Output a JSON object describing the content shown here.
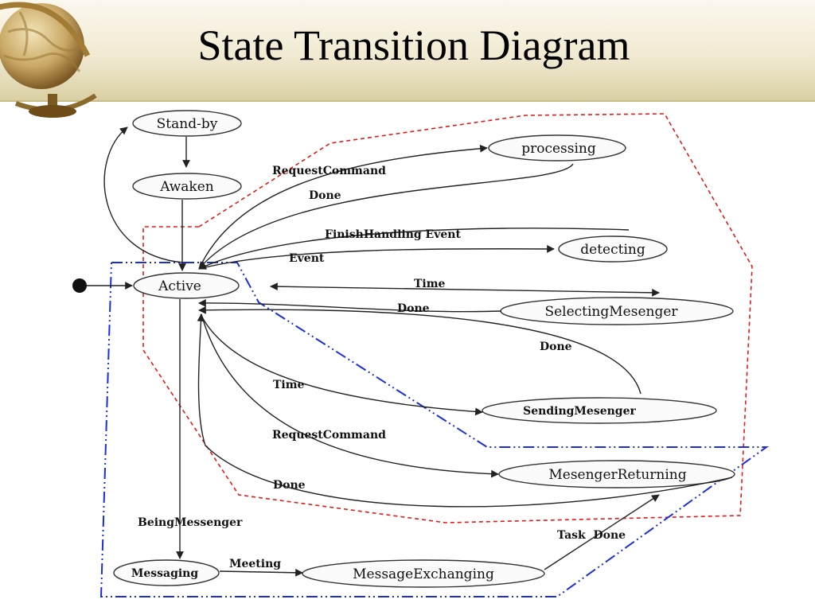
{
  "title": "State Transition Diagram",
  "colors": {
    "red_boundary": "#e01b1b",
    "blue_boundary": "#1a2fd6"
  },
  "states": {
    "standby": "Stand-by",
    "awaken": "Awaken",
    "active": "Active",
    "processing": "processing",
    "detecting": "detecting",
    "selecting": "SelectingMesenger",
    "sending": "SendingMesenger",
    "returning": "MesengerReturning",
    "messaging": "Messaging",
    "exchanging": "MessageExchanging"
  },
  "transitions": {
    "request_command_1": "RequestCommand",
    "done_1": "Done",
    "finish_handling": "FinishHandling Event",
    "event": "Event",
    "time_1": "Time",
    "done_2": "Done",
    "done_3": "Done",
    "time_2": "Time",
    "request_command_2": "RequestCommand",
    "done_4": "Done",
    "being_messenger": "BeingMessenger",
    "meeting": "Meeting",
    "task_done": "Task  Done"
  }
}
